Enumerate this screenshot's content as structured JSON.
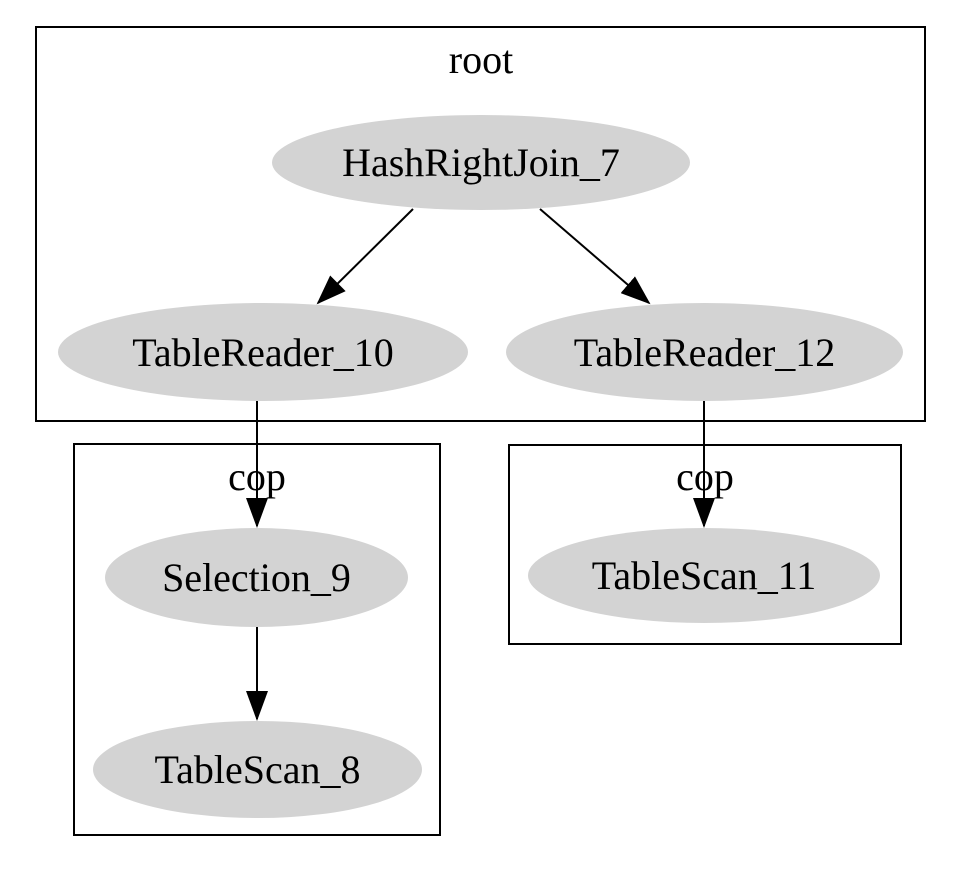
{
  "diagram": {
    "type": "graphviz-query-plan",
    "background": "#ffffff",
    "colors": {
      "node_fill": "#d3d3d3",
      "cluster_border": "#000000",
      "edge": "#000000",
      "text": "#000000"
    },
    "clusters": [
      {
        "id": "root",
        "label": "root",
        "nodes": [
          "HashRightJoin_7",
          "TableReader_10",
          "TableReader_12"
        ]
      },
      {
        "id": "cop_left",
        "label": "cop",
        "nodes": [
          "Selection_9",
          "TableScan_8"
        ]
      },
      {
        "id": "cop_right",
        "label": "cop",
        "nodes": [
          "TableScan_11"
        ]
      }
    ],
    "nodes": [
      {
        "id": "HashRightJoin_7",
        "label": "HashRightJoin_7",
        "shape": "ellipse"
      },
      {
        "id": "TableReader_10",
        "label": "TableReader_10",
        "shape": "ellipse"
      },
      {
        "id": "TableReader_12",
        "label": "TableReader_12",
        "shape": "ellipse"
      },
      {
        "id": "Selection_9",
        "label": "Selection_9",
        "shape": "ellipse"
      },
      {
        "id": "TableScan_8",
        "label": "TableScan_8",
        "shape": "ellipse"
      },
      {
        "id": "TableScan_11",
        "label": "TableScan_11",
        "shape": "ellipse"
      }
    ],
    "edges": [
      {
        "from": "HashRightJoin_7",
        "to": "TableReader_10"
      },
      {
        "from": "HashRightJoin_7",
        "to": "TableReader_12"
      },
      {
        "from": "TableReader_10",
        "to": "Selection_9"
      },
      {
        "from": "Selection_9",
        "to": "TableScan_8"
      },
      {
        "from": "TableReader_12",
        "to": "TableScan_11"
      }
    ]
  }
}
